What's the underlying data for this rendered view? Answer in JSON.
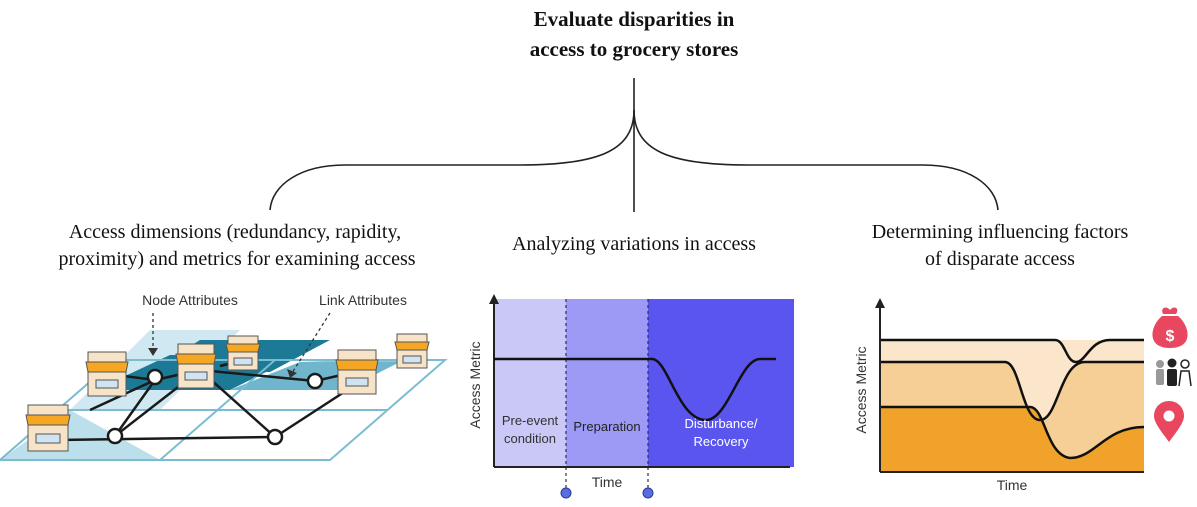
{
  "title": {
    "line1": "Evaluate disparities in",
    "line2": "access to grocery stores"
  },
  "branches": {
    "left": {
      "line1": "Access dimensions (redundancy, rapidity,",
      "line2": "proximity) and metrics  for examining access"
    },
    "center": {
      "line1": "Analyzing variations in access"
    },
    "right": {
      "line1": "Determining influencing factors",
      "line2": "of disparate access"
    }
  },
  "network": {
    "node_label": "Node Attributes",
    "link_label": "Link Attributes"
  },
  "center_chart": {
    "ylabel": "Access Metric",
    "xlabel": "Time",
    "phases": [
      {
        "line1": "Pre-event",
        "line2": "condition",
        "color": "#c9c8f7"
      },
      {
        "line1": "Preparation",
        "line2": "",
        "color": "#9d9af5"
      },
      {
        "line1": "Disturbance/",
        "line2": "Recovery",
        "color": "#5a55ef"
      }
    ]
  },
  "right_chart": {
    "ylabel": "Access Metric",
    "xlabel": "Time",
    "layers": [
      "#fbe6cc",
      "#f6cf96",
      "#f0a22a"
    ],
    "icons": [
      "money-bag-icon",
      "people-icon",
      "location-pin-icon"
    ]
  },
  "colors": {
    "store_roof": "#f5a623",
    "store_body": "#f6e3c8",
    "grid_dark": "#1d7a96",
    "grid_light": "#b5dcea",
    "icon_red": "#e8475f"
  }
}
